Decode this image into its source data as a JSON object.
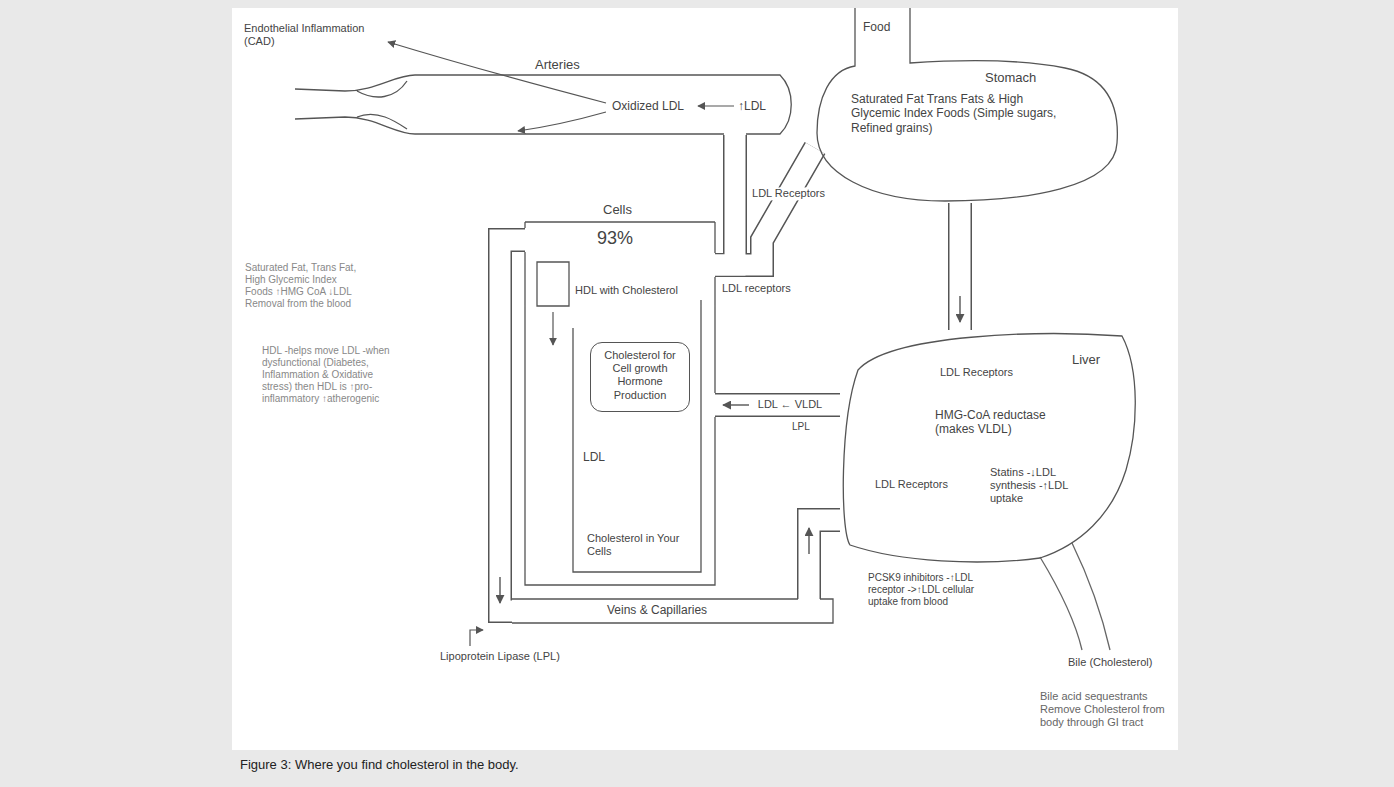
{
  "diagram": {
    "caption": "Figure 3: Where you find cholesterol in the body.",
    "nodes": [
      {
        "text": [
          "Arteries"
        ]
      },
      {
        "text": [
          "Food",
          "Stomach",
          "Saturated Fat Trans Fats & High Glycemic Index Foods (Simple sugars, Refined grains)"
        ]
      },
      {
        "text": [
          "Cells",
          "93%",
          "HDL with Cholesterol",
          "LDL",
          "Cholesterol in Your Cells"
        ]
      },
      {
        "text": [
          "Cholesterol for Cell growth Hormone Production"
        ],
        "in": 2
      },
      {
        "text": [
          "Liver",
          "LDL Receptors",
          "HMG-CoA reductase (makes VLDL)",
          "LDL Receptors"
        ]
      },
      {
        "text": [
          "Veins & Capillaries"
        ]
      }
    ],
    "edges": [
      {
        "from": 0,
        "to": 2,
        "arrow": "none"
      },
      {
        "from": 1,
        "to": 2,
        "label": "LDL Receptors",
        "arrow": "none"
      },
      {
        "from": 1,
        "to": 4,
        "arrow": "to"
      },
      {
        "from": 4,
        "to": 2,
        "label": "LDL ← VLDL",
        "arrow": "to"
      },
      {
        "from": 2,
        "to": 5,
        "arrow": "to"
      },
      {
        "from": 5,
        "to": 4,
        "arrow": "to"
      }
    ],
    "labels": [
      "Endothelial Inflammation (CAD)",
      "Oxidized LDL",
      "↑LDL",
      "Saturated Fat, Trans Fat, High Glycemic Index Foods ↑HMG CoA ↓LDL Removal from the blood",
      "HDL -helps move LDL -when dysfunctional (Diabetes, Inflammation & Oxidative stress) then HDL is ↑pro-inflammatory ↑atherogenic",
      "LDL receptors",
      "LPL",
      "Statins -↓LDL synthesis -↑LDL uptake",
      "PCSK9 inhibitors -↑LDL receptor ->↑LDL cellular uptake from blood",
      "Bile (Cholesterol)",
      "Lipoprotein Lipase (LPL)",
      "Bile acid sequestrants Remove Cholesterol from body through GI tract"
    ]
  }
}
